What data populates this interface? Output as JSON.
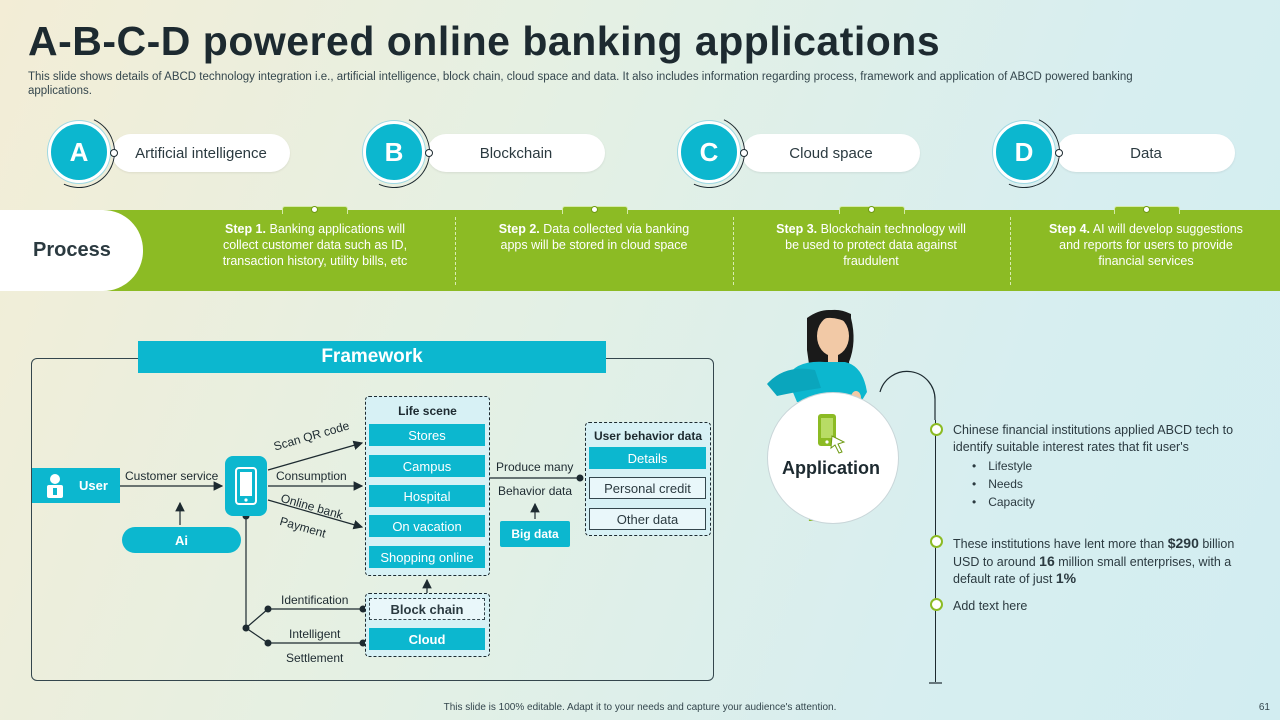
{
  "header": {
    "title": "A-B-C-D powered online banking applications",
    "subtitle": "This slide shows details of ABCD technology integration i.e., artificial intelligence, block chain, cloud space and data. It also includes information regarding process, framework and application of ABCD powered banking applications."
  },
  "abcd": [
    {
      "letter": "A",
      "label": "Artificial intelligence"
    },
    {
      "letter": "B",
      "label": "Blockchain"
    },
    {
      "letter": "C",
      "label": "Cloud space"
    },
    {
      "letter": "D",
      "label": "Data"
    }
  ],
  "process": {
    "label": "Process",
    "steps": [
      {
        "step": "Step 1.",
        "text": "Banking applications will collect customer data such as ID, transaction history, utility bills, etc"
      },
      {
        "step": "Step 2.",
        "text": "Data collected via banking apps will be stored in cloud space"
      },
      {
        "step": "Step 3.",
        "text": "Blockchain technology will be used to protect data against fraudulent"
      },
      {
        "step": "Step 4.",
        "text": "AI will develop suggestions and reports for users to provide financial services"
      }
    ]
  },
  "framework": {
    "title": "Framework",
    "user": "User",
    "ai": "Ai",
    "customer_service": "Customer service",
    "scan_qr": "Scan QR code",
    "consumption": "Consumption",
    "online_bank": "Online bank",
    "payment": "Payment",
    "identification": "Identification",
    "intelligent": "Intelligent",
    "settlement": "Settlement",
    "life_scene": {
      "title": "Life scene",
      "items": [
        "Stores",
        "Campus",
        "Hospital",
        "On vacation",
        "Shopping online"
      ]
    },
    "block_chain": "Block chain",
    "cloud": "Cloud",
    "produce_many": "Produce many",
    "behavior_data": "Behavior data",
    "big_data": "Big data",
    "user_behavior": {
      "title": "User behavior data",
      "items": [
        "Details",
        "Personal credit",
        "Other data"
      ]
    }
  },
  "application": {
    "label": "Application",
    "point1": "Chinese financial institutions applied ABCD tech to identify suitable interest rates that fit user's",
    "bullets": [
      "Lifestyle",
      "Needs",
      "Capacity"
    ],
    "point2_pre": "These institutions have lent more than",
    "point2_amount": "$290",
    "point2_mid1": "billion USD to around",
    "point2_count": "16",
    "point2_mid2": "million small enterprises, with a default rate of just",
    "point2_rate": "1%",
    "point3": "Add text here"
  },
  "footer": {
    "note": "This slide is 100% editable. Adapt it to your needs and capture your audience's attention.",
    "page": "61"
  },
  "colors": {
    "accent": "#0cb7cf",
    "green": "#8cbb24",
    "dark": "#1d2a30"
  }
}
